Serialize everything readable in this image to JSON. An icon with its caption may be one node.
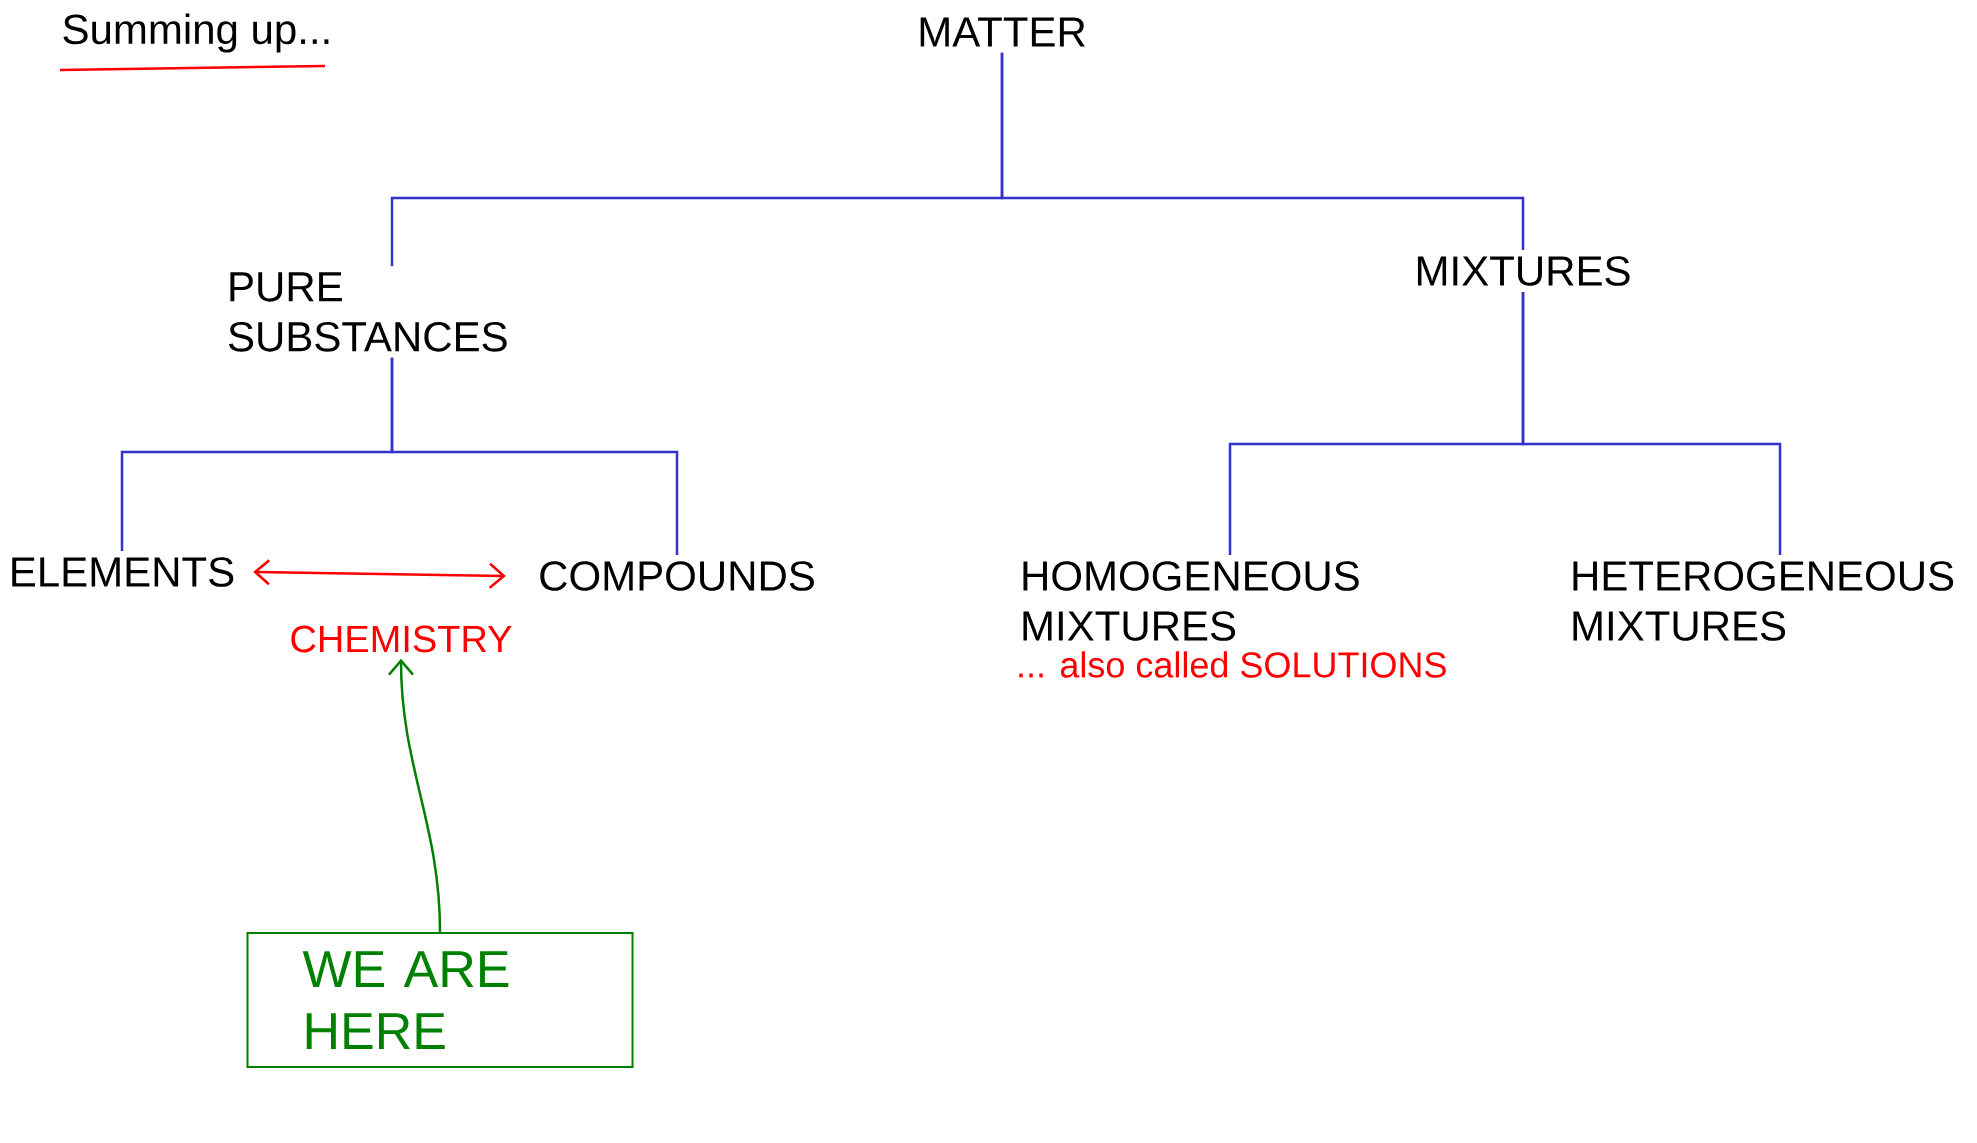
{
  "diagram": {
    "title": "Summing up...",
    "nodes": [
      {
        "text": [
          "MATTER"
        ]
      },
      {
        "text": [
          "PURE SUBSTANCES"
        ]
      },
      {
        "text": [
          "MIXTURES"
        ]
      },
      {
        "text": [
          "ELEMENTS"
        ]
      },
      {
        "text": [
          "COMPOUNDS"
        ]
      },
      {
        "text": [
          "HOMOGENEOUS MIXTURES"
        ],
        "beside": [
          "... also called SOLUTIONS"
        ]
      },
      {
        "text": [
          "HETEROGENEOUS MIXTURES"
        ]
      },
      {
        "text": [
          "CHEMISTRY"
        ]
      },
      {
        "text": [
          "WE ARE HERE"
        ]
      }
    ],
    "edges": [
      {
        "from": 0,
        "to": 1,
        "arrow": "none"
      },
      {
        "from": 0,
        "to": 2,
        "arrow": "none"
      },
      {
        "from": 1,
        "to": 3,
        "arrow": "none"
      },
      {
        "from": 1,
        "to": 4,
        "arrow": "none"
      },
      {
        "from": 2,
        "to": 5,
        "arrow": "none"
      },
      {
        "from": 2,
        "to": 6,
        "arrow": "none"
      },
      {
        "from": 3,
        "to": 4,
        "arrow": "both",
        "color": "#ff0000"
      },
      {
        "from": 8,
        "to": 7,
        "arrow": "to",
        "color": "#008000"
      }
    ]
  }
}
